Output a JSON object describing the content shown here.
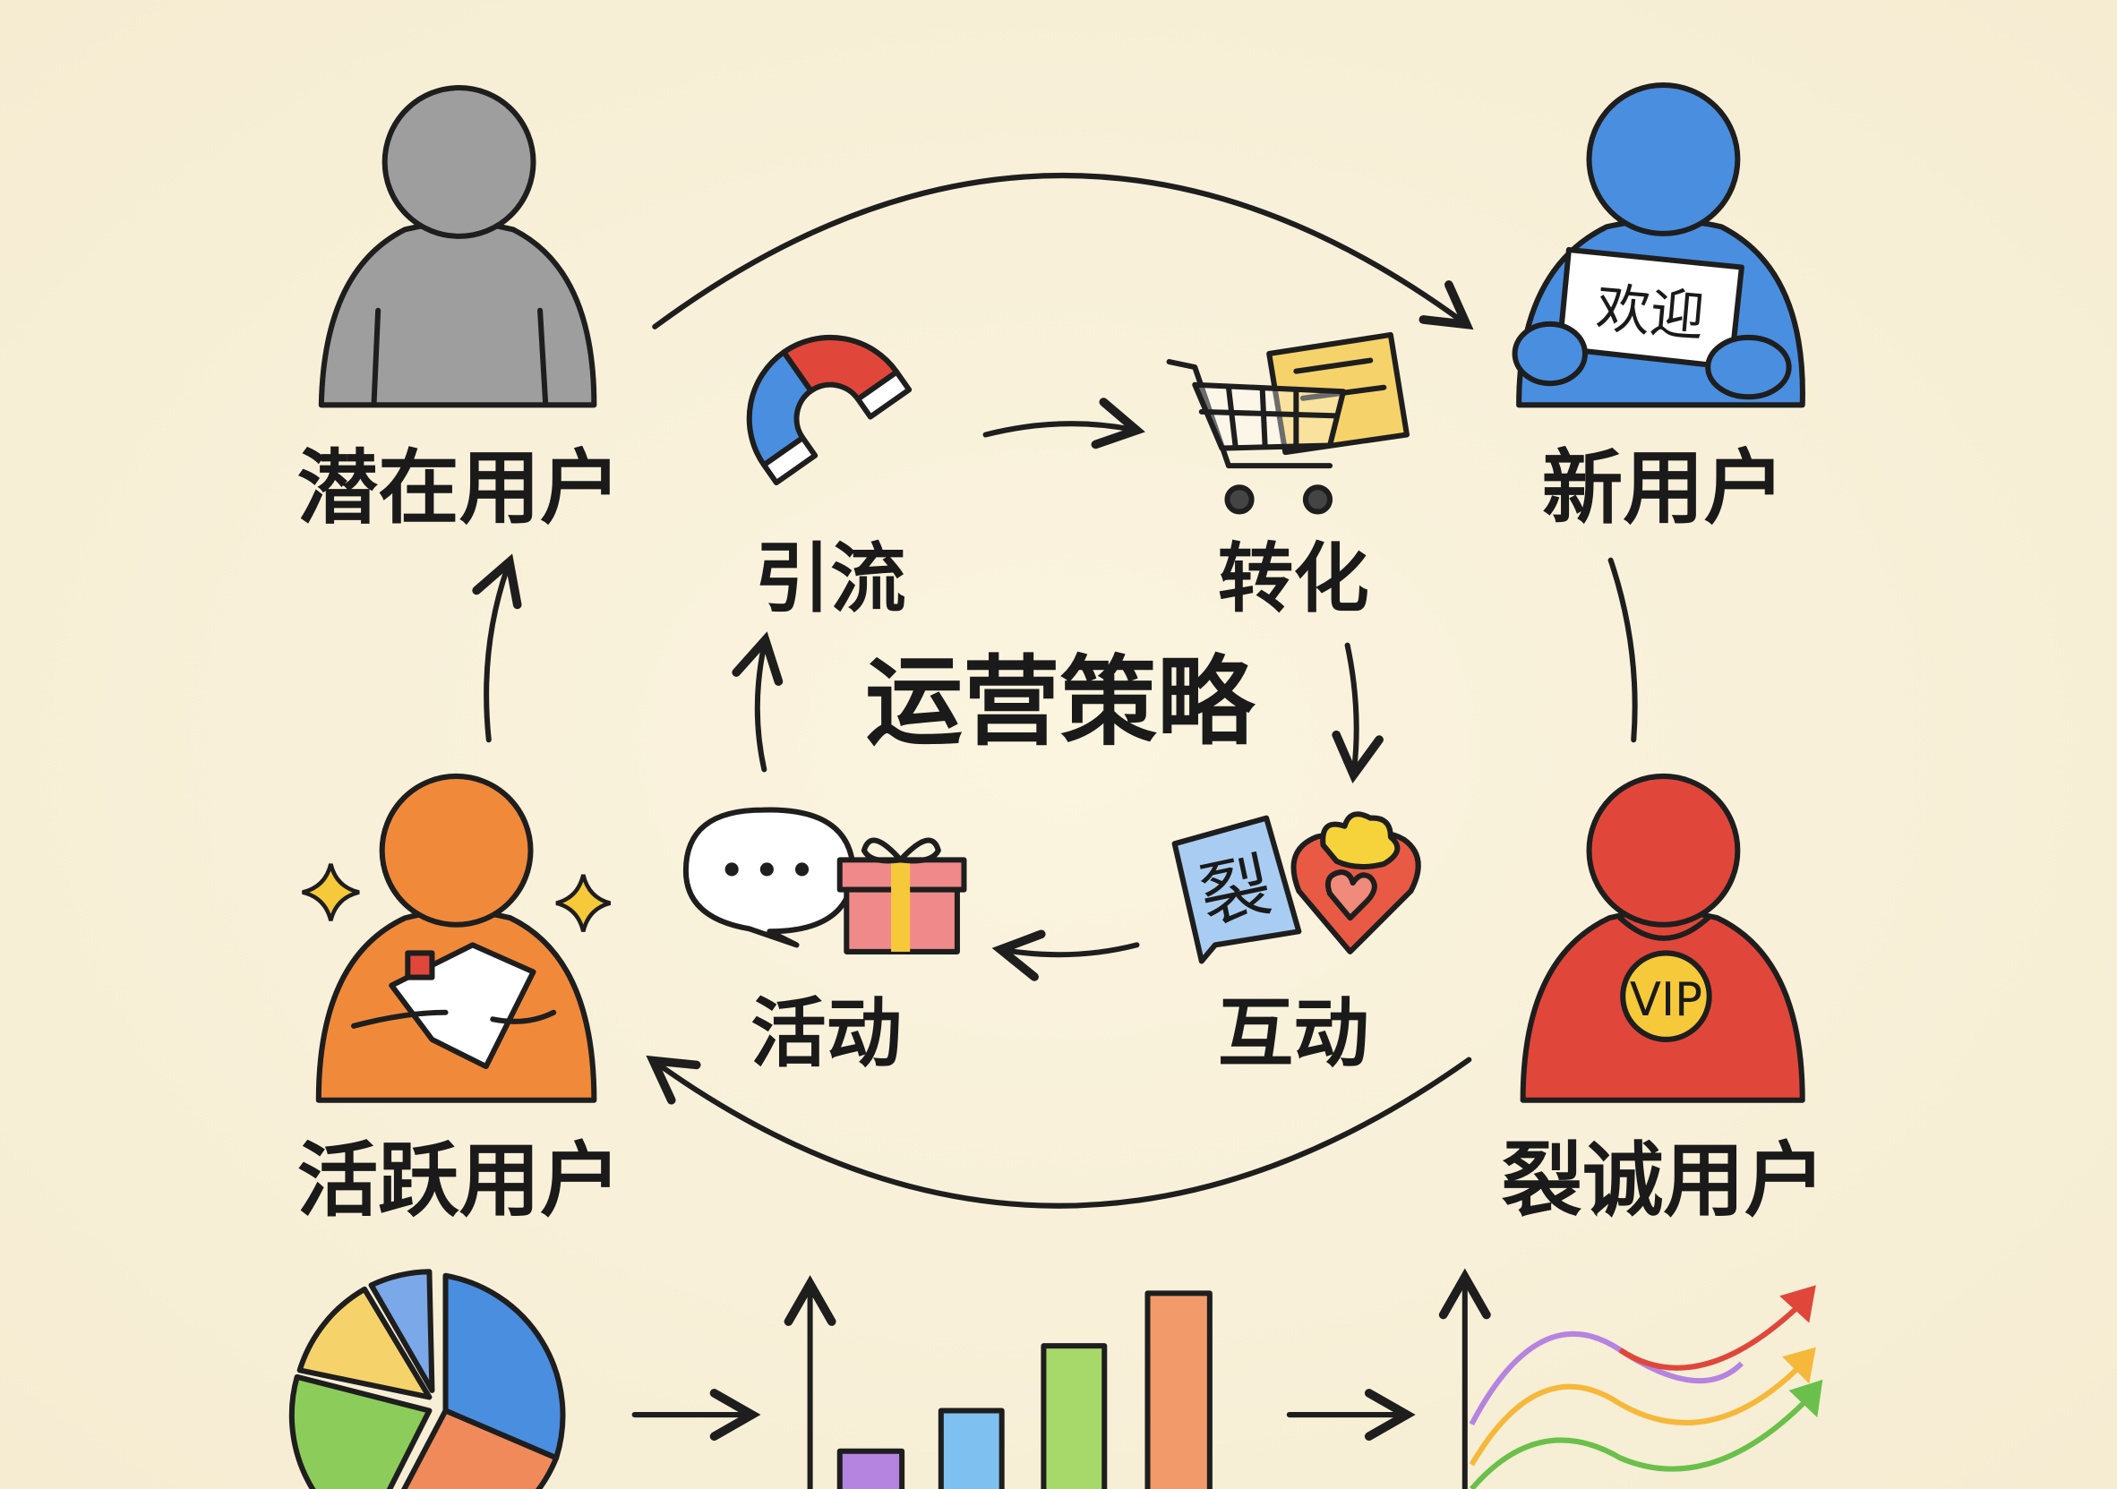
{
  "center_title": "运营策略",
  "users": {
    "potential": {
      "label": "潜在用户",
      "color": "#9e9e9e"
    },
    "new": {
      "label": "新用户",
      "color": "#4a8ee0",
      "sign_text": "欢迎"
    },
    "active": {
      "label": "活跃用户",
      "color": "#f08a3a"
    },
    "loyal": {
      "label": "裂诚用户",
      "color": "#e0473a",
      "badge_text": "VIP"
    }
  },
  "strategies": {
    "traffic": {
      "label": "引流",
      "icon": "magnet-icon"
    },
    "conversion": {
      "label": "转化",
      "icon": "shopping-cart-icon"
    },
    "interaction": {
      "label": "互动",
      "icon": "heart-gift-icon",
      "card_text": "裂"
    },
    "events": {
      "label": "活动",
      "icon": "chat-gift-icon"
    }
  },
  "bottom_icons": [
    "pie-chart-icon",
    "bar-chart-icon",
    "line-chart-icon"
  ]
}
